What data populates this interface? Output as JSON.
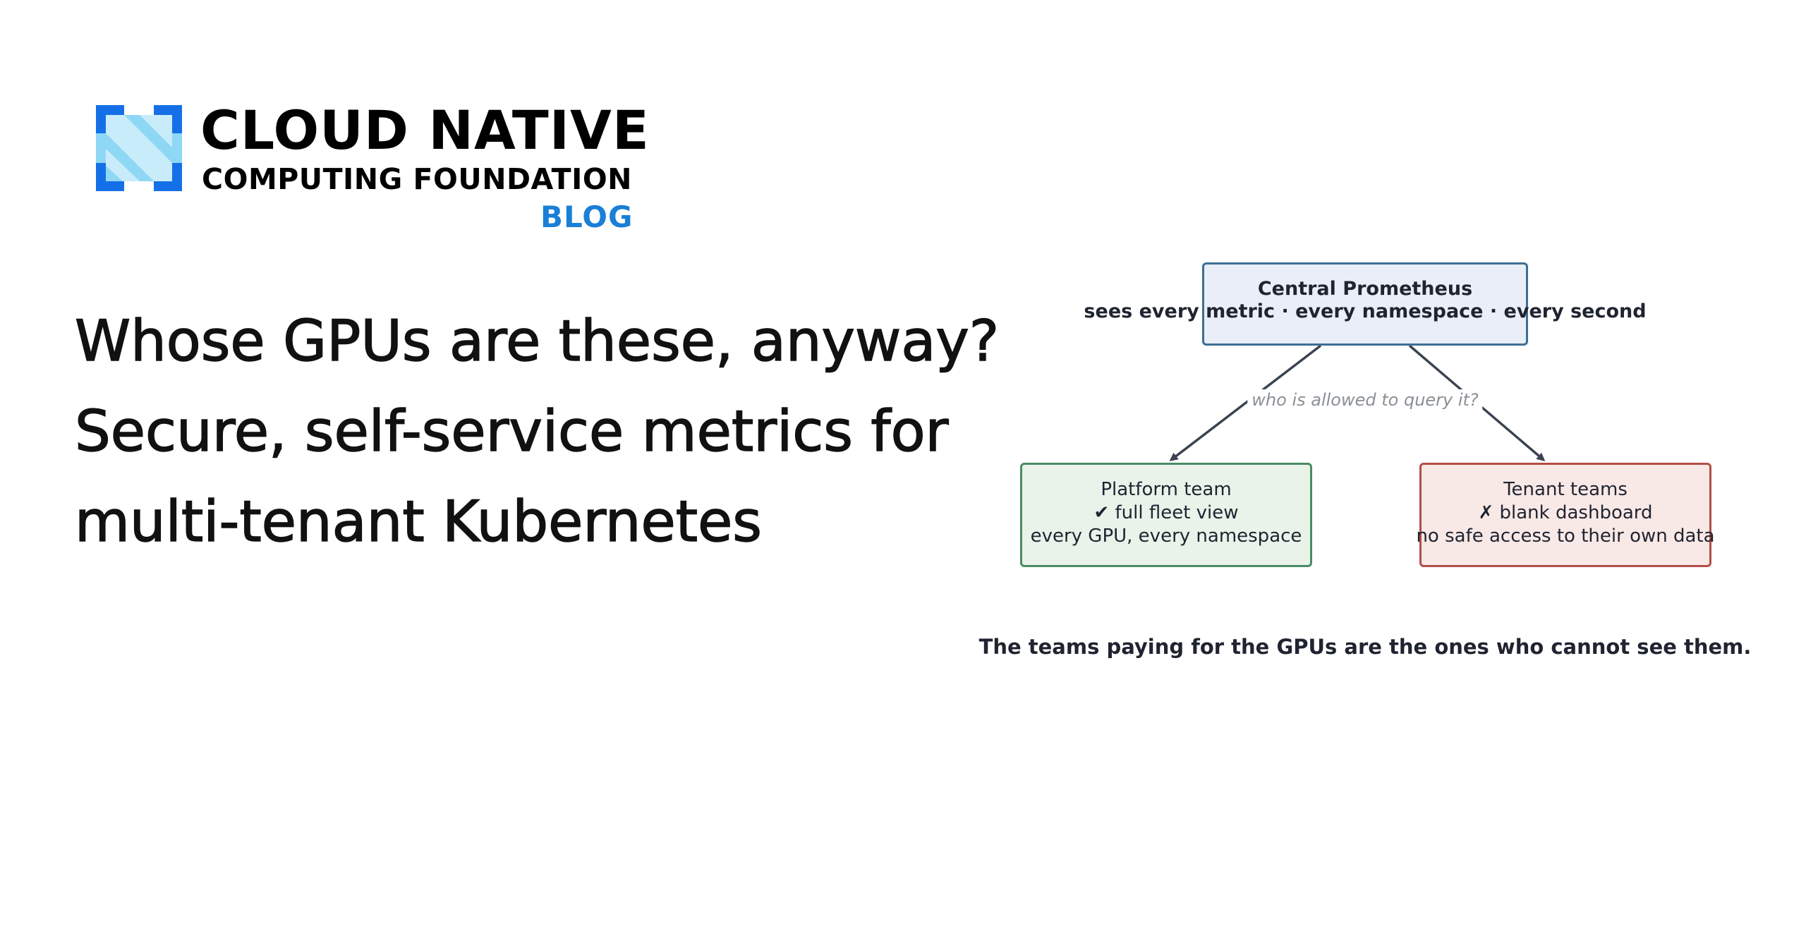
{
  "logo": {
    "line1": "CLOUD NATIVE",
    "line2": "COMPUTING FOUNDATION",
    "blog_label": "BLOG",
    "colors": {
      "mark_dark": "#1570e8",
      "mark_light": "#8fd8f5",
      "blog": "#1a7fd6"
    }
  },
  "headline": "Whose GPUs are these, anyway? Secure, self-service metrics for multi-tenant Kubernetes",
  "diagram": {
    "central": {
      "title": "Central Prometheus",
      "subtitle": "sees every metric · every namespace · every second"
    },
    "edge_label": "who is allowed to query it?",
    "platform": {
      "line1": "Platform team",
      "line2": "✔  full fleet view",
      "line3": "every GPU, every namespace"
    },
    "tenant": {
      "line1": "Tenant teams",
      "line2": "✗  blank dashboard",
      "line3": "no safe access to their own data"
    },
    "caption": "The teams paying for the GPUs are the ones who cannot see them.",
    "colors": {
      "central_fill": "#eaeef8",
      "central_border": "#3e6e94",
      "platform_fill": "#e9f3ea",
      "platform_border": "#4a8c63",
      "tenant_fill": "#f8e8e6",
      "tenant_border": "#b24f45",
      "arrow": "#3a4350"
    }
  }
}
